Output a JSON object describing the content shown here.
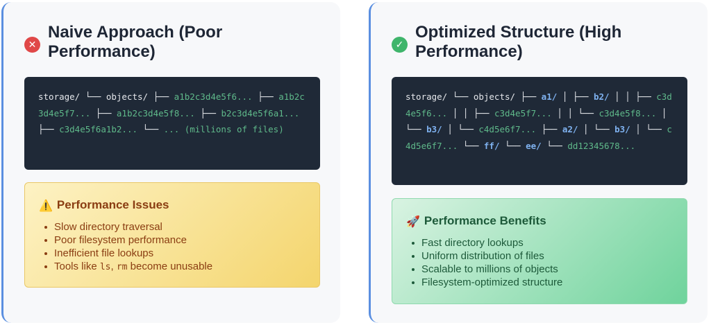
{
  "left": {
    "title": "Naive Approach (Poor Performance)",
    "status_icon": "x-circle-icon",
    "status_symbol": "✕",
    "code_tokens": [
      {
        "t": "storage/ └── objects/ ├── ",
        "k": "plain"
      },
      {
        "t": "a1b2c3d4e5f6...",
        "k": "file"
      },
      {
        "t": " ├── ",
        "k": "plain"
      },
      {
        "t": "a1b2c3d4e5f7...",
        "k": "file"
      },
      {
        "t": " ├── ",
        "k": "plain"
      },
      {
        "t": "a1b2c3d4e5f8...",
        "k": "file"
      },
      {
        "t": " ├── ",
        "k": "plain"
      },
      {
        "t": "b2c3d4e5f6a1...",
        "k": "file"
      },
      {
        "t": " ├── ",
        "k": "plain"
      },
      {
        "t": "c3d4e5f6a1b2...",
        "k": "file"
      },
      {
        "t": " └── ",
        "k": "plain"
      },
      {
        "t": "...",
        "k": "file"
      },
      {
        "t": " ",
        "k": "plain"
      },
      {
        "t": "(millions of files)",
        "k": "file"
      }
    ],
    "note": {
      "icon": "warning-icon",
      "icon_symbol": "⚠️",
      "title": "Performance Issues",
      "items": [
        {
          "pre": "Slow directory traversal",
          "code1": "",
          "mid": "",
          "code2": "",
          "post": ""
        },
        {
          "pre": "Poor filesystem performance",
          "code1": "",
          "mid": "",
          "code2": "",
          "post": ""
        },
        {
          "pre": "Inefficient file lookups",
          "code1": "",
          "mid": "",
          "code2": "",
          "post": ""
        },
        {
          "pre": "Tools like ",
          "code1": "ls",
          "mid": ", ",
          "code2": "rm",
          "post": " become unusable"
        }
      ]
    }
  },
  "right": {
    "title": "Optimized Structure (High Performance)",
    "status_icon": "check-circle-icon",
    "status_symbol": "✓",
    "code_tokens": [
      {
        "t": "storage/ └── objects/ ├── ",
        "k": "plain"
      },
      {
        "t": "a1/",
        "k": "dir"
      },
      {
        "t": " │ ├── ",
        "k": "plain"
      },
      {
        "t": "b2/",
        "k": "dir"
      },
      {
        "t": " │ │ ├── ",
        "k": "plain"
      },
      {
        "t": "c3d4e5f6...",
        "k": "file"
      },
      {
        "t": " │ │ ├── ",
        "k": "plain"
      },
      {
        "t": "c3d4e5f7...",
        "k": "file"
      },
      {
        "t": " │ │ └── ",
        "k": "plain"
      },
      {
        "t": "c3d4e5f8...",
        "k": "file"
      },
      {
        "t": " │ └── ",
        "k": "plain"
      },
      {
        "t": "b3/",
        "k": "dir"
      },
      {
        "t": " │ └── ",
        "k": "plain"
      },
      {
        "t": "c4d5e6f7...",
        "k": "file"
      },
      {
        "t": " ├── ",
        "k": "plain"
      },
      {
        "t": "a2/",
        "k": "dir"
      },
      {
        "t": " │ └── ",
        "k": "plain"
      },
      {
        "t": "b3/",
        "k": "dir"
      },
      {
        "t": " │ └── ",
        "k": "plain"
      },
      {
        "t": "c4d5e6f7...",
        "k": "file"
      },
      {
        "t": " └── ",
        "k": "plain"
      },
      {
        "t": "ff/",
        "k": "dir"
      },
      {
        "t": " └── ",
        "k": "plain"
      },
      {
        "t": "ee/",
        "k": "dir"
      },
      {
        "t": " └── ",
        "k": "plain"
      },
      {
        "t": "dd12345678...",
        "k": "file"
      }
    ],
    "note": {
      "icon": "rocket-icon",
      "icon_symbol": "🚀",
      "title": "Performance Benefits",
      "items": [
        {
          "pre": "Fast directory lookups",
          "code1": "",
          "mid": "",
          "code2": "",
          "post": ""
        },
        {
          "pre": "Uniform distribution of files",
          "code1": "",
          "mid": "",
          "code2": "",
          "post": ""
        },
        {
          "pre": "Scalable to millions of objects",
          "code1": "",
          "mid": "",
          "code2": "",
          "post": ""
        },
        {
          "pre": "Filesystem-optimized structure",
          "code1": "",
          "mid": "",
          "code2": "",
          "post": ""
        }
      ]
    }
  },
  "colors": {
    "accent_border": "#5b8fe0",
    "bad": "#e04848",
    "good": "#3fb56b",
    "code_bg": "#1f2937",
    "code_file": "#5fb98a",
    "code_dir": "#7fb2f0"
  }
}
